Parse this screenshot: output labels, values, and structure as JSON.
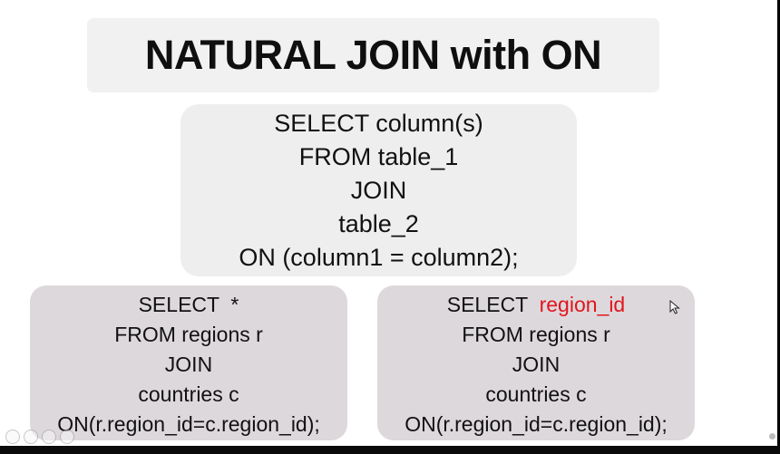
{
  "slide": {
    "title": "NATURAL JOIN with ON",
    "syntax": {
      "line1": "SELECT column(s)",
      "line2": "FROM table_1",
      "line3": "JOIN",
      "line4": "table_2",
      "line5": "ON (column1 = column2);"
    },
    "example_left": {
      "line1": "SELECT  *",
      "line2": "FROM regions r",
      "line3": "JOIN",
      "line4": "countries c",
      "line5": "ON(r.region_id=c.region_id);"
    },
    "example_right": {
      "line1_prefix": "SELECT  ",
      "line1_highlight": "region_id",
      "line2": "FROM regions r",
      "line3": "JOIN",
      "line4": "countries c",
      "line5": "ON(r.region_id=c.region_id);"
    }
  },
  "colors": {
    "highlight": "#e0161c",
    "title_box": "#f1f1f1",
    "syntax_box": "#eeeeee",
    "example_box": "#ddd8dc"
  },
  "icons": {
    "cursor": "mouse-pointer-icon",
    "player_controls": [
      "pen-icon",
      "rectangle-icon",
      "zoom-icon",
      "more-icon"
    ]
  }
}
